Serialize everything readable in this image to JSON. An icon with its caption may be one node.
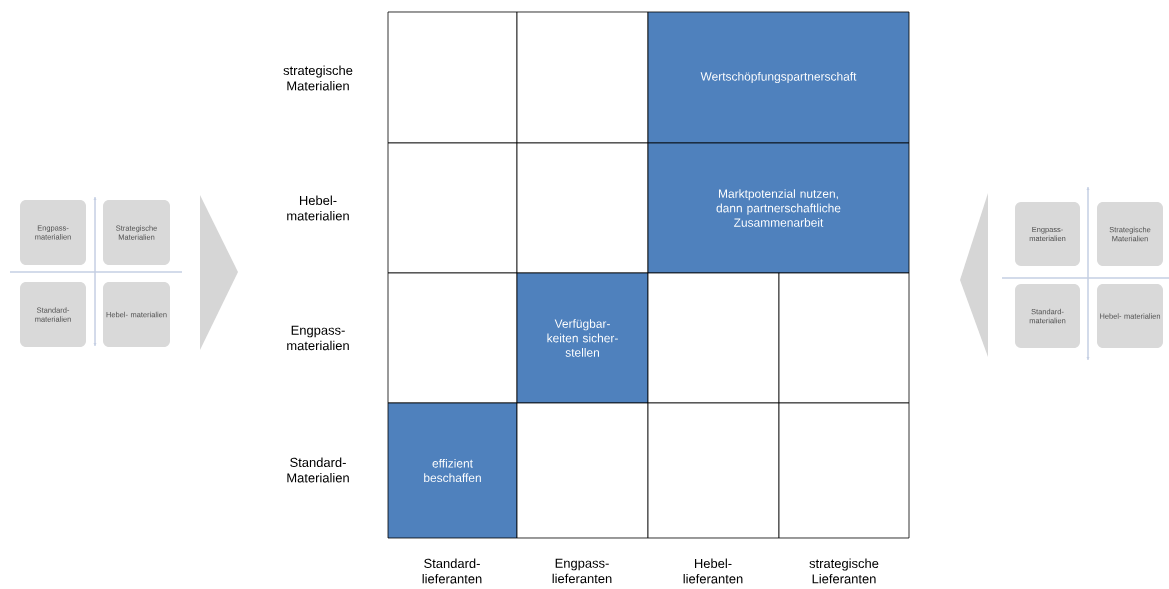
{
  "diagram": {
    "nodes": [
      {
        "text": [],
        "shape": "box"
      },
      {
        "text": [],
        "shape": "box"
      },
      {
        "text": [
          "Wertschöpfungspartnerschaft"
        ]
      },
      {
        "text": [],
        "shape": "box"
      },
      {
        "text": [],
        "shape": "box"
      },
      {
        "text": [
          "Marktpotenzial nutzen, dann partnerschaftliche Zusammenarbeit"
        ]
      },
      {
        "text": [],
        "shape": "box"
      },
      {
        "text": [
          "Verfügbar- keiten sicher- stellen"
        ]
      },
      {
        "text": [],
        "shape": "box"
      },
      {
        "text": [],
        "shape": "box"
      },
      {
        "text": [
          "effizient beschaffen"
        ]
      },
      {
        "text": [],
        "shape": "box"
      },
      {
        "text": [],
        "shape": "box"
      },
      {
        "text": [],
        "shape": "box"
      },
      {
        "text": [
          "Engpass- materialien"
        ]
      },
      {
        "text": [
          "Strategische Materialien"
        ]
      },
      {
        "text": [
          "Standard- materialien"
        ]
      },
      {
        "text": [
          "Hebel- materialien"
        ]
      },
      {
        "text": [
          "Engpass- materialien"
        ]
      },
      {
        "text": [
          "Strategische Materialien"
        ]
      },
      {
        "text": [
          "Standard- materialien"
        ]
      },
      {
        "text": [
          "Hebel- materialien"
        ]
      },
      {
        "text": [],
        "shape": "chevron"
      },
      {
        "text": [],
        "shape": "chevron"
      }
    ],
    "labels": [
      "strategische Materialien",
      "Hebel- materialien",
      "Engpass- materialien",
      "Standard- Materialien",
      "Standard- lieferanten",
      "Engpass- lieferanten",
      "Hebel- lieferanten",
      "strategische Lieferanten"
    ]
  }
}
